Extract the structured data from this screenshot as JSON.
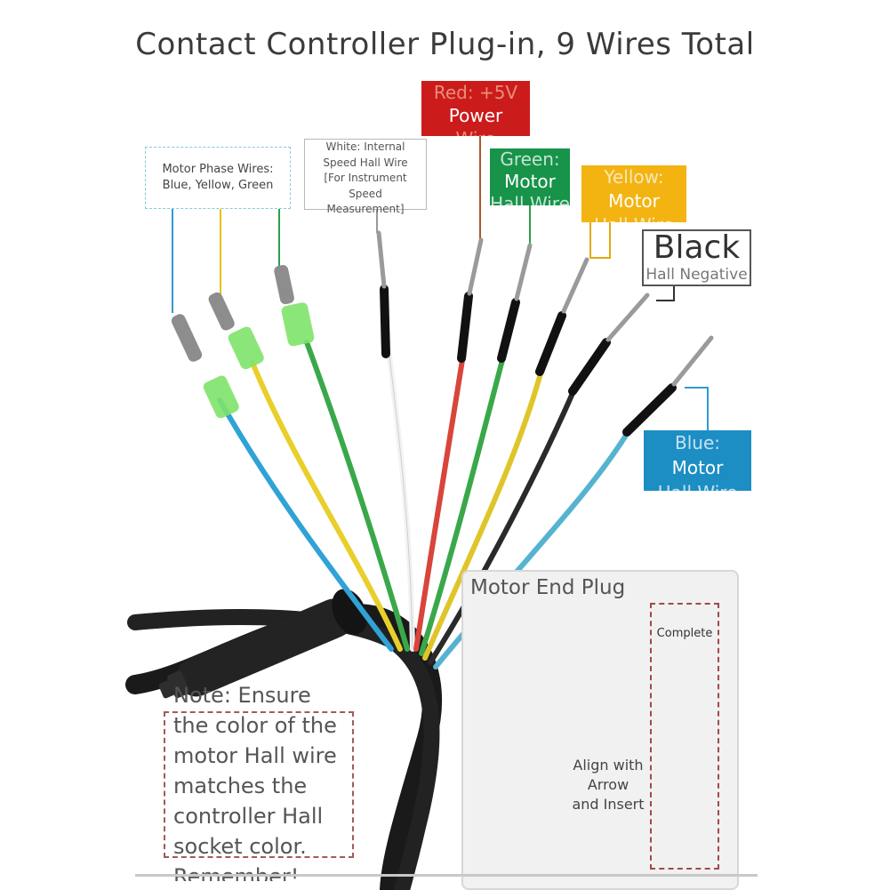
{
  "title": "Contact Controller Plug-in, 9 Wires Total",
  "labels": {
    "red": {
      "line1": "Red: +5V",
      "line2": "Power",
      "line3": "Wire"
    },
    "green": {
      "line1": "Green:",
      "line2": "Motor",
      "line3": "Hall Wire"
    },
    "yellow": {
      "line1": "Yellow:",
      "line2": "Motor",
      "line3": "Hall Wire"
    },
    "blue": {
      "line1": "Blue:",
      "line2": "Motor",
      "line3": "Hall Wire"
    },
    "black": {
      "title": "Black",
      "subtitle": "Hall Negative"
    },
    "phase": {
      "line1": "Motor Phase Wires:",
      "line2": "Blue, Yellow, Green"
    },
    "white": {
      "line1": "White: Internal",
      "line2": "Speed Hall Wire",
      "line3": "[For Instrument",
      "line4": "Speed",
      "line5": "Measurement]"
    }
  },
  "plug": {
    "title": "Motor End Plug",
    "complete": "Complete",
    "align": {
      "line1": "Align with",
      "line2": "Arrow",
      "line3": "and Insert"
    }
  },
  "note": {
    "line1": "Note: Ensure",
    "line2": "the color of the",
    "line3": "motor Hall wire",
    "line4": "matches the",
    "line5": "controller Hall",
    "line6": "socket color.",
    "line7": "Remember!"
  },
  "colors": {
    "red": "#cc1b1b",
    "green": "#17934a",
    "yellow": "#f3b412",
    "blue": "#1c8ec4",
    "black": "#222222",
    "white": "#f4f4f4",
    "connector_green": "#7ee36a"
  }
}
